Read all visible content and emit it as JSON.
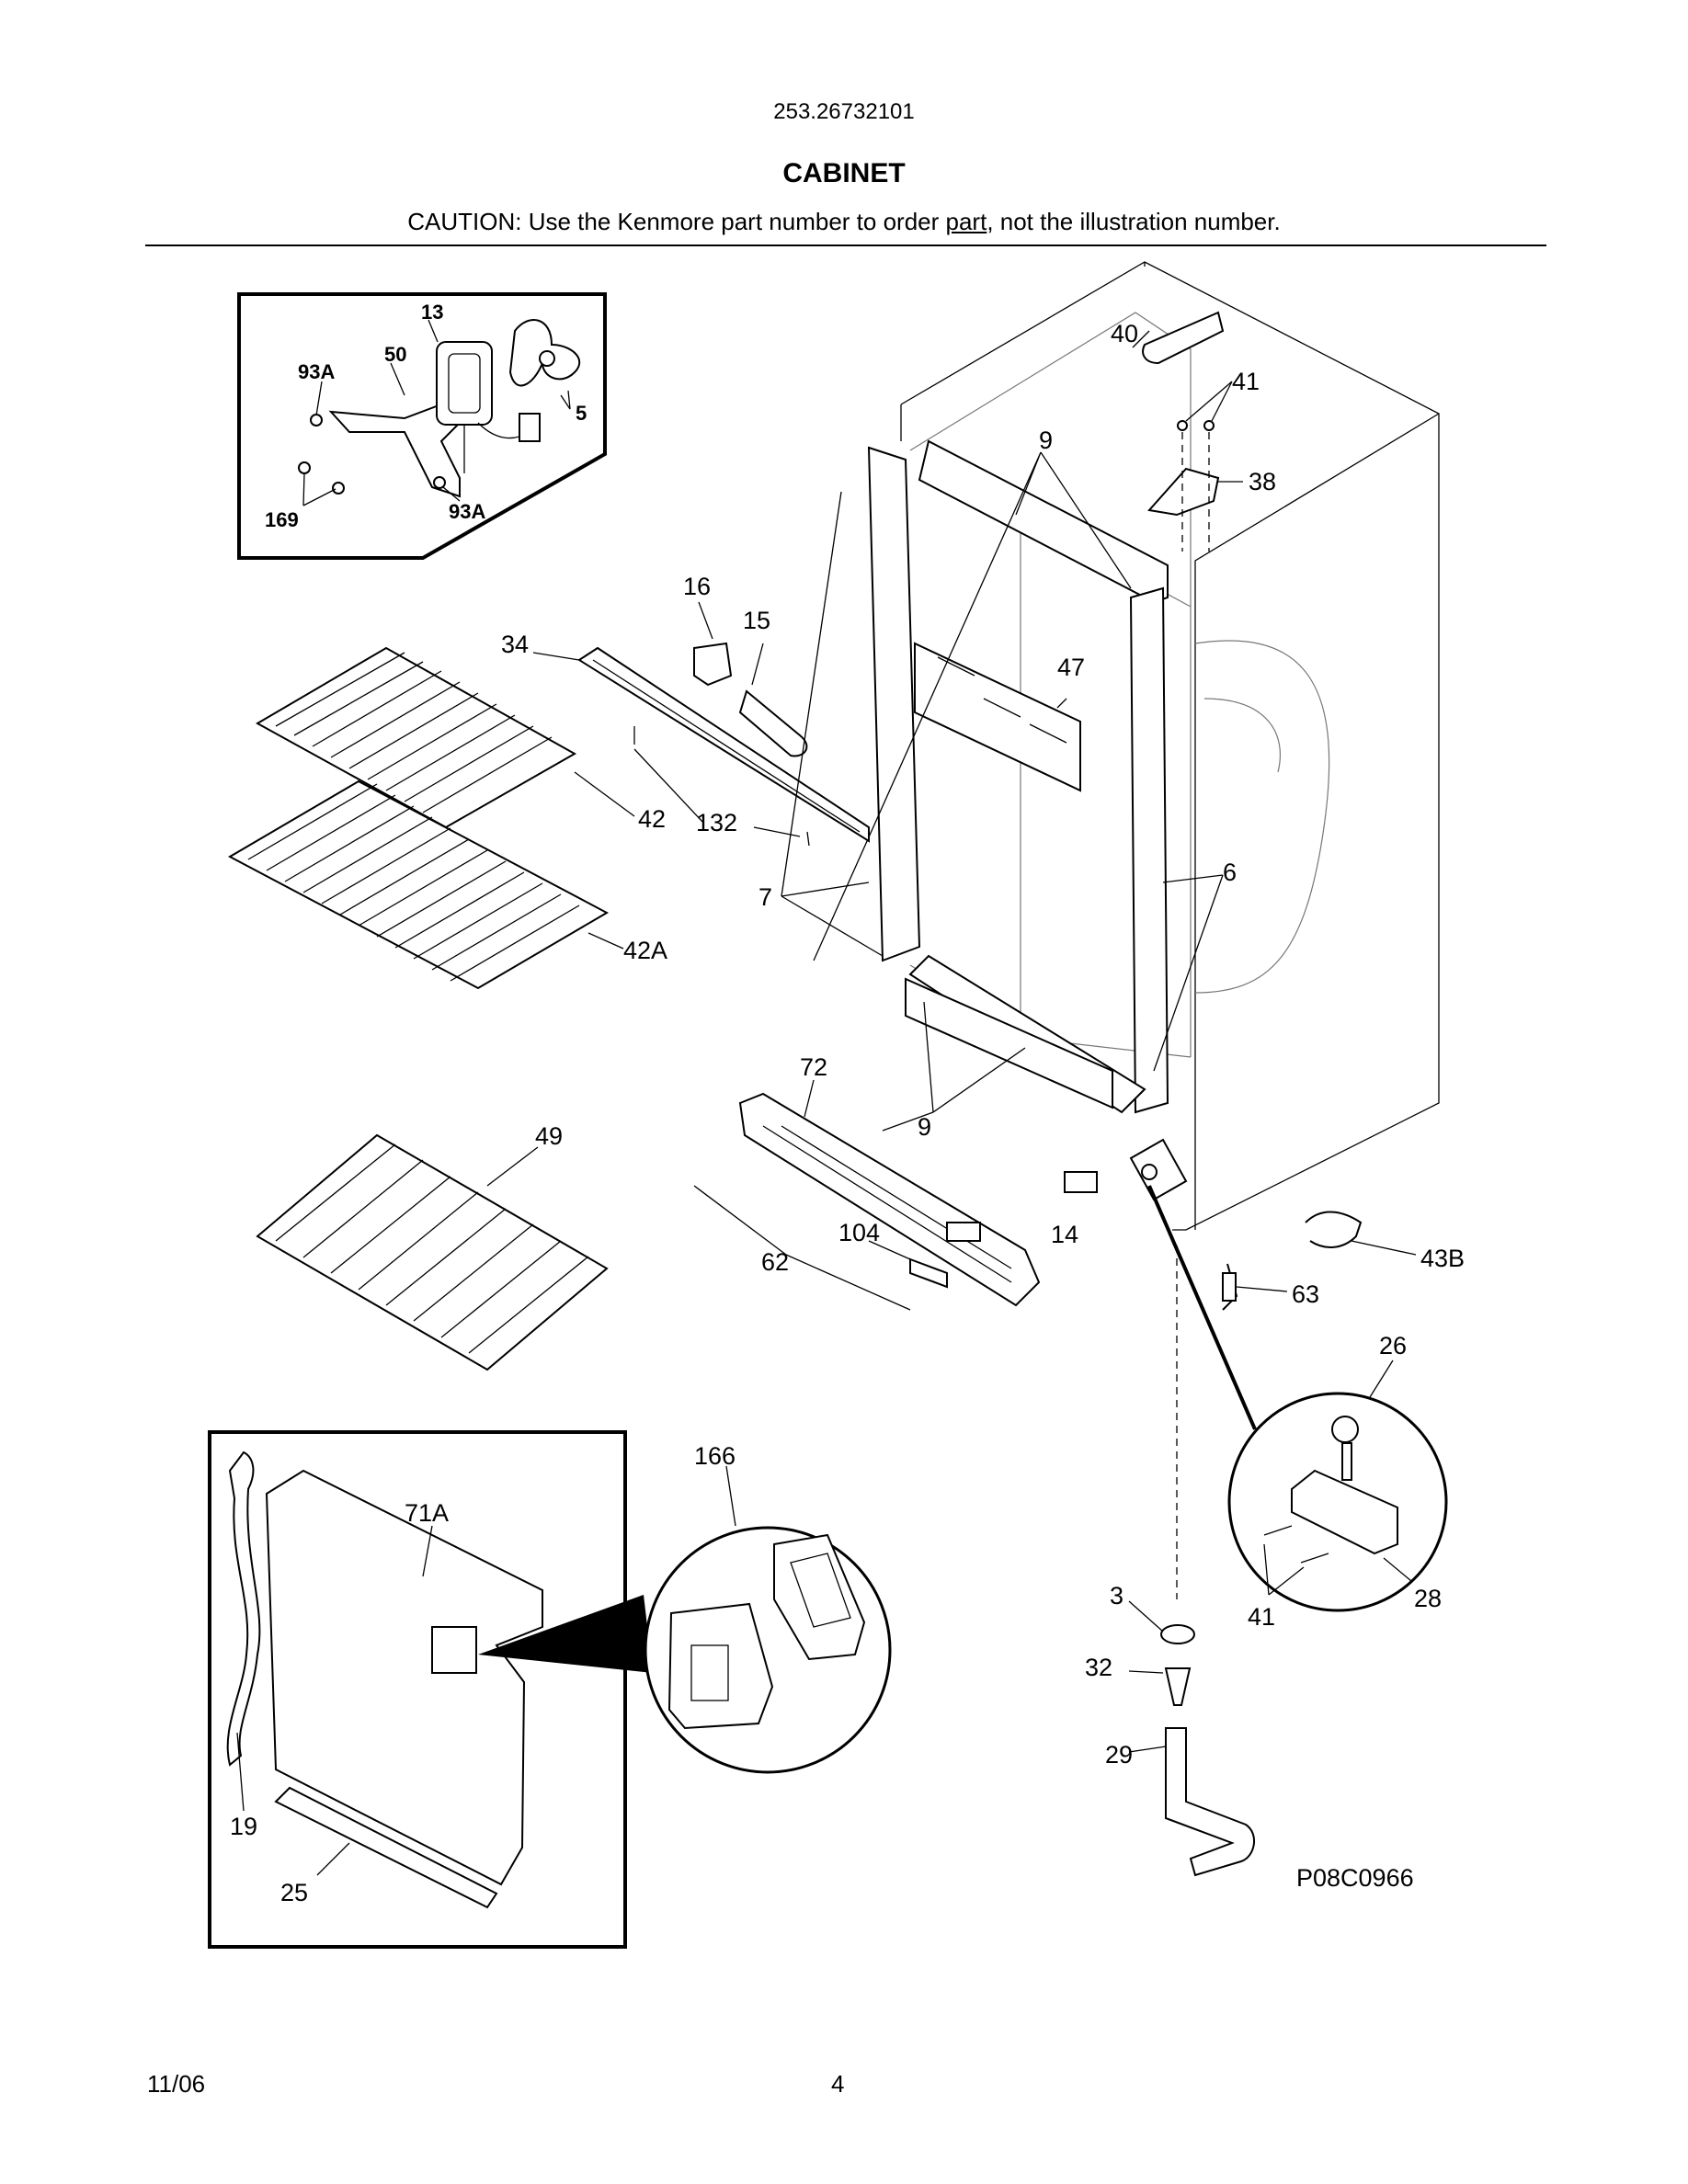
{
  "header": {
    "model": "253.26732101",
    "title": "CABINET",
    "caution_before": "CAUTION: Use the Kenmore part number to order ",
    "caution_link": "part",
    "caution_after": ", not the illustration number."
  },
  "callouts": {
    "c13": "13",
    "c50": "50",
    "c93A_top": "93A",
    "c5": "5",
    "c169": "169",
    "c93A_bottom": "93A",
    "c40": "40",
    "c41_top": "41",
    "c9_top": "9",
    "c38": "38",
    "c16": "16",
    "c15": "15",
    "c34": "34",
    "c47": "47",
    "c42": "42",
    "c132": "132",
    "c6": "6",
    "c7": "7",
    "c42A": "42A",
    "c72": "72",
    "c9_bottom": "9",
    "c49": "49",
    "c104": "104",
    "c14": "14",
    "c62": "62",
    "c43B": "43B",
    "c63": "63",
    "c26": "26",
    "c71A": "71A",
    "c166": "166",
    "c3": "3",
    "c41_bottom": "41",
    "c28": "28",
    "c32": "32",
    "c29": "29",
    "c19": "19",
    "c25": "25"
  },
  "diagram_code": "P08C0966",
  "footer": {
    "date": "11/06",
    "page": "4"
  }
}
